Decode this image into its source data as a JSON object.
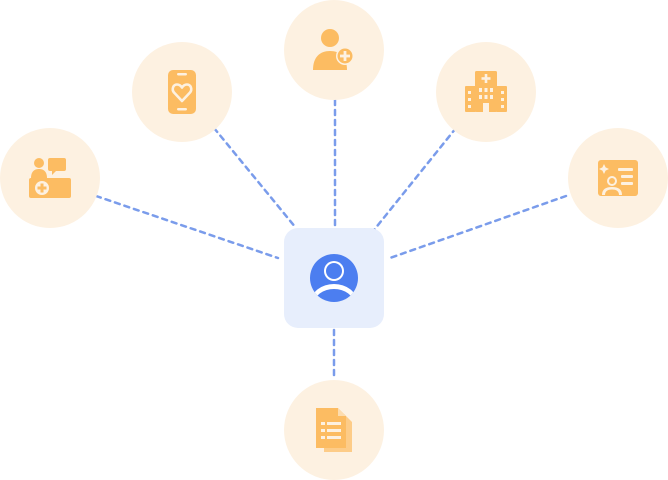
{
  "diagram": {
    "center": {
      "icon": "user-profile-icon",
      "color": "#4C7EF0"
    },
    "nodes": [
      {
        "id": "doctor-desk",
        "icon": "reception-desk-medical-icon"
      },
      {
        "id": "mobile-health",
        "icon": "phone-heart-icon"
      },
      {
        "id": "add-user",
        "icon": "user-plus-icon"
      },
      {
        "id": "hospital",
        "icon": "hospital-building-icon"
      },
      {
        "id": "profile-card",
        "icon": "id-card-profile-icon"
      },
      {
        "id": "medical-records",
        "icon": "document-list-icon"
      }
    ],
    "colors": {
      "node_fill": "#FDF1E1",
      "icon": "#FCBC62",
      "link": "#7A9CEB",
      "hub_fill": "#E7EEFC"
    }
  }
}
